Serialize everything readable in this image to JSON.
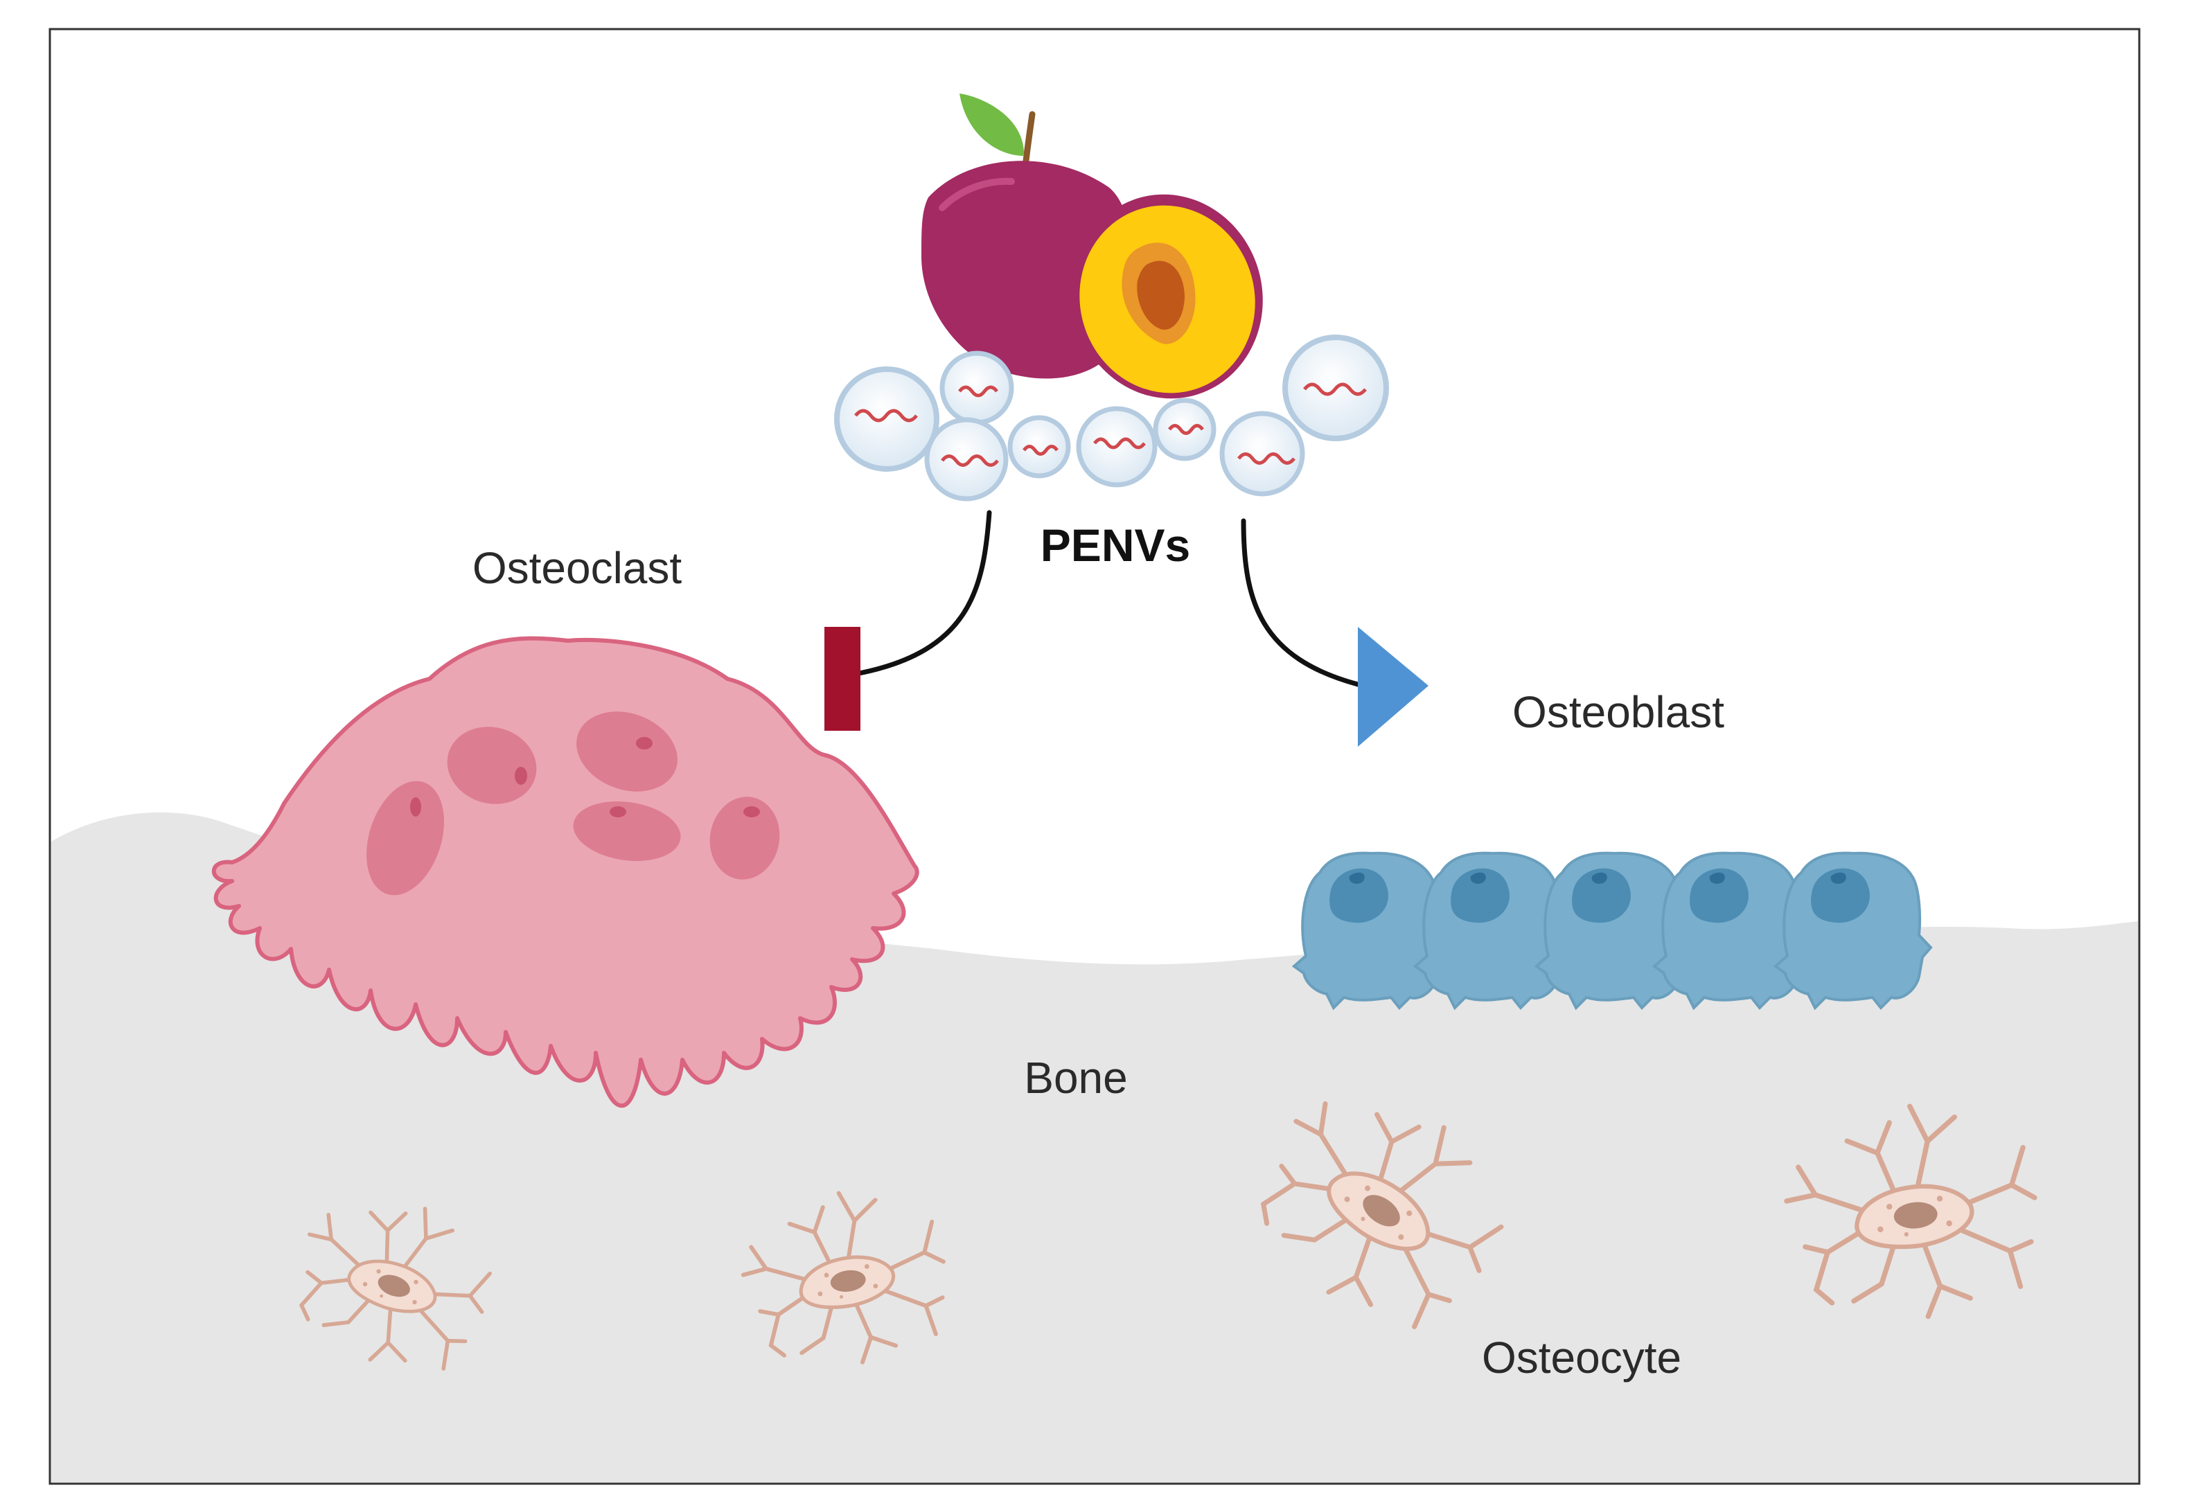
{
  "labels": {
    "center": "PENVs",
    "osteoclast": "Osteoclast",
    "osteoblast": "Osteoblast",
    "bone": "Bone",
    "osteocyte": "Osteocyte"
  },
  "colors": {
    "frame": "#333333",
    "bone": "#e6e6e6",
    "osteoclast_body": "#eba6b3",
    "osteoclast_outline": "#d9647f",
    "osteoclast_nucleus": "#dd7d92",
    "osteoblast_body": "#79afcd",
    "osteoblast_nucleus": "#4d8db4",
    "osteocyte_body": "#f4ddd3",
    "osteocyte_nucleus": "#b48a78",
    "plum_skin": "#a32a62",
    "plum_flesh": "#ffcb0e",
    "plum_pit": "#c0581a",
    "leaf": "#72bb45",
    "vesicle_fill": "#e9f2f9",
    "vesicle_edge": "#b4cbe0",
    "rna": "#d0494d",
    "inhibit_bar": "#a3122c",
    "activate_arrow": "#4f93d4",
    "connector": "#111111"
  },
  "icons": [
    "plum-icon",
    "vesicle-icon",
    "osteoclast-icon",
    "osteoblast-icon",
    "osteocyte-icon",
    "inhibition-bar-icon",
    "activation-arrow-icon"
  ]
}
